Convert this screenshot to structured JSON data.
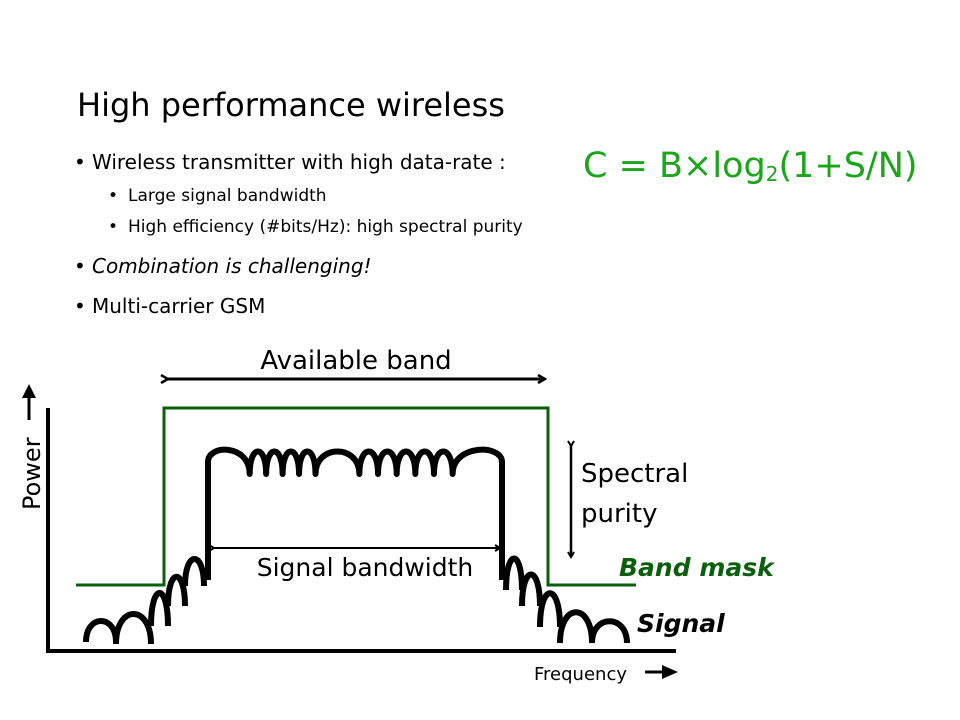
{
  "slide": {
    "title": "High performance wireless",
    "bullets": [
      {
        "text": "Wireless transmitter with high data-rate :",
        "level": 1,
        "italic": false
      },
      {
        "text": "Large signal bandwidth",
        "level": 2,
        "italic": false
      },
      {
        "text": "High efficiency (#bits/Hz): high spectral purity",
        "level": 2,
        "italic": false
      },
      {
        "text": "Combination is challenging!",
        "level": 1,
        "italic": true
      },
      {
        "text": "Multi-carrier GSM",
        "level": 1,
        "italic": false
      }
    ],
    "bullet_glyph": "•",
    "formula": {
      "lhs": "C = B×log",
      "subscript": "2",
      "rhs": "(1+S/N)",
      "color": "#1aa51a"
    }
  },
  "diagram": {
    "labels": {
      "available_band": "Available band",
      "signal_bandwidth": "Signal bandwidth",
      "spectral_purity_line1": "Spectral",
      "spectral_purity_line2": "purity",
      "band_mask": "Band mask",
      "signal": "Signal",
      "y_axis": "Power",
      "x_axis": "Frequency"
    },
    "colors": {
      "band_mask": "#0b5e0b",
      "signal": "#000000"
    },
    "in_band_lobes": 12,
    "side_lobes_each_side": 5
  }
}
